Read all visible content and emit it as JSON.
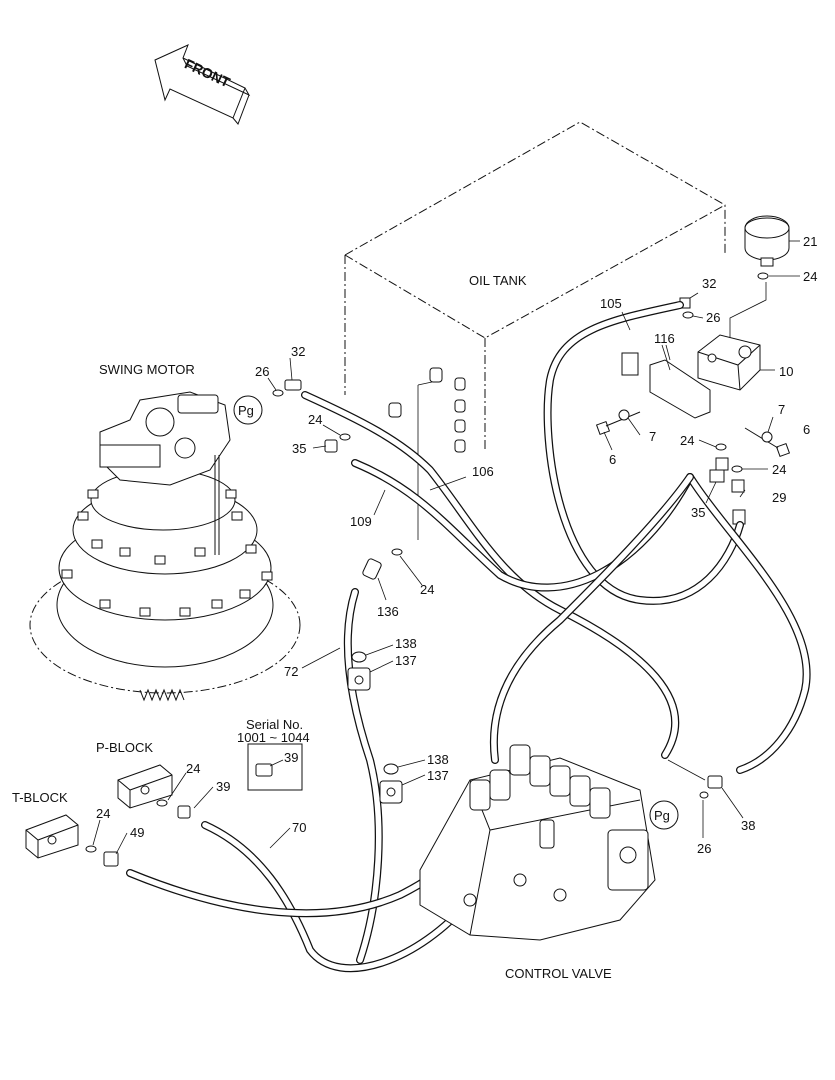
{
  "front_arrow": {
    "text": "FRONT"
  },
  "components": {
    "oil_tank": "OIL TANK",
    "swing_motor": "SWING MOTOR",
    "control_valve": "CONTROL VALVE",
    "p_block": "P-BLOCK",
    "t_block": "T-BLOCK",
    "serial_title": "Serial No.",
    "serial_range": "1001 ~ 1044"
  },
  "gauge_ports": [
    "Pg",
    "Pg"
  ],
  "part_numbers": {
    "p21": "21",
    "p24_accum": "24",
    "p32_top": "32",
    "p26_top": "26",
    "p105": "105",
    "p116": "116",
    "p10": "10",
    "p7_a": "7",
    "p7_b": "7",
    "p6_a": "6",
    "p6_b": "6",
    "p24_c": "24",
    "p24_d": "24",
    "p29": "29",
    "p35_right": "35",
    "p106": "106",
    "p26_motor": "26",
    "p32_motor": "32",
    "p24_motor": "24",
    "p35_motor": "35",
    "p109": "109",
    "p24_mid": "24",
    "p136": "136",
    "p138_a": "138",
    "p137_a": "137",
    "p72": "72",
    "p39_serial": "39",
    "p24_pblock": "24",
    "p39": "39",
    "p24_tblock": "24",
    "p49": "49",
    "p70": "70",
    "p138_b": "138",
    "p137_b": "137",
    "p38": "38",
    "p26_bottom": "26"
  }
}
